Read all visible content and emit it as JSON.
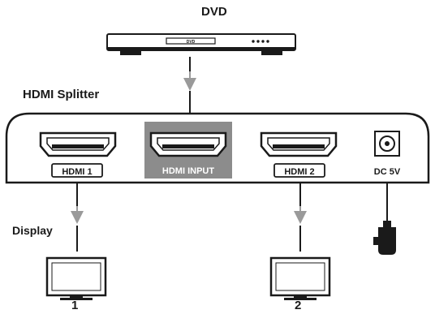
{
  "dvd": {
    "title": "DVD",
    "tray_text": "DVD"
  },
  "splitter": {
    "title": "HDMI Splitter"
  },
  "ports": {
    "hdmi1": "HDMI 1",
    "input": "HDMI INPUT",
    "hdmi2": "HDMI 2",
    "dc": "DC 5V"
  },
  "displays": {
    "label": "Display",
    "first": "1",
    "second": "2"
  },
  "colors": {
    "ink": "#1a1a1a",
    "input_highlight": "#8c8c8c",
    "arrow_gray": "#9a9a9a"
  }
}
